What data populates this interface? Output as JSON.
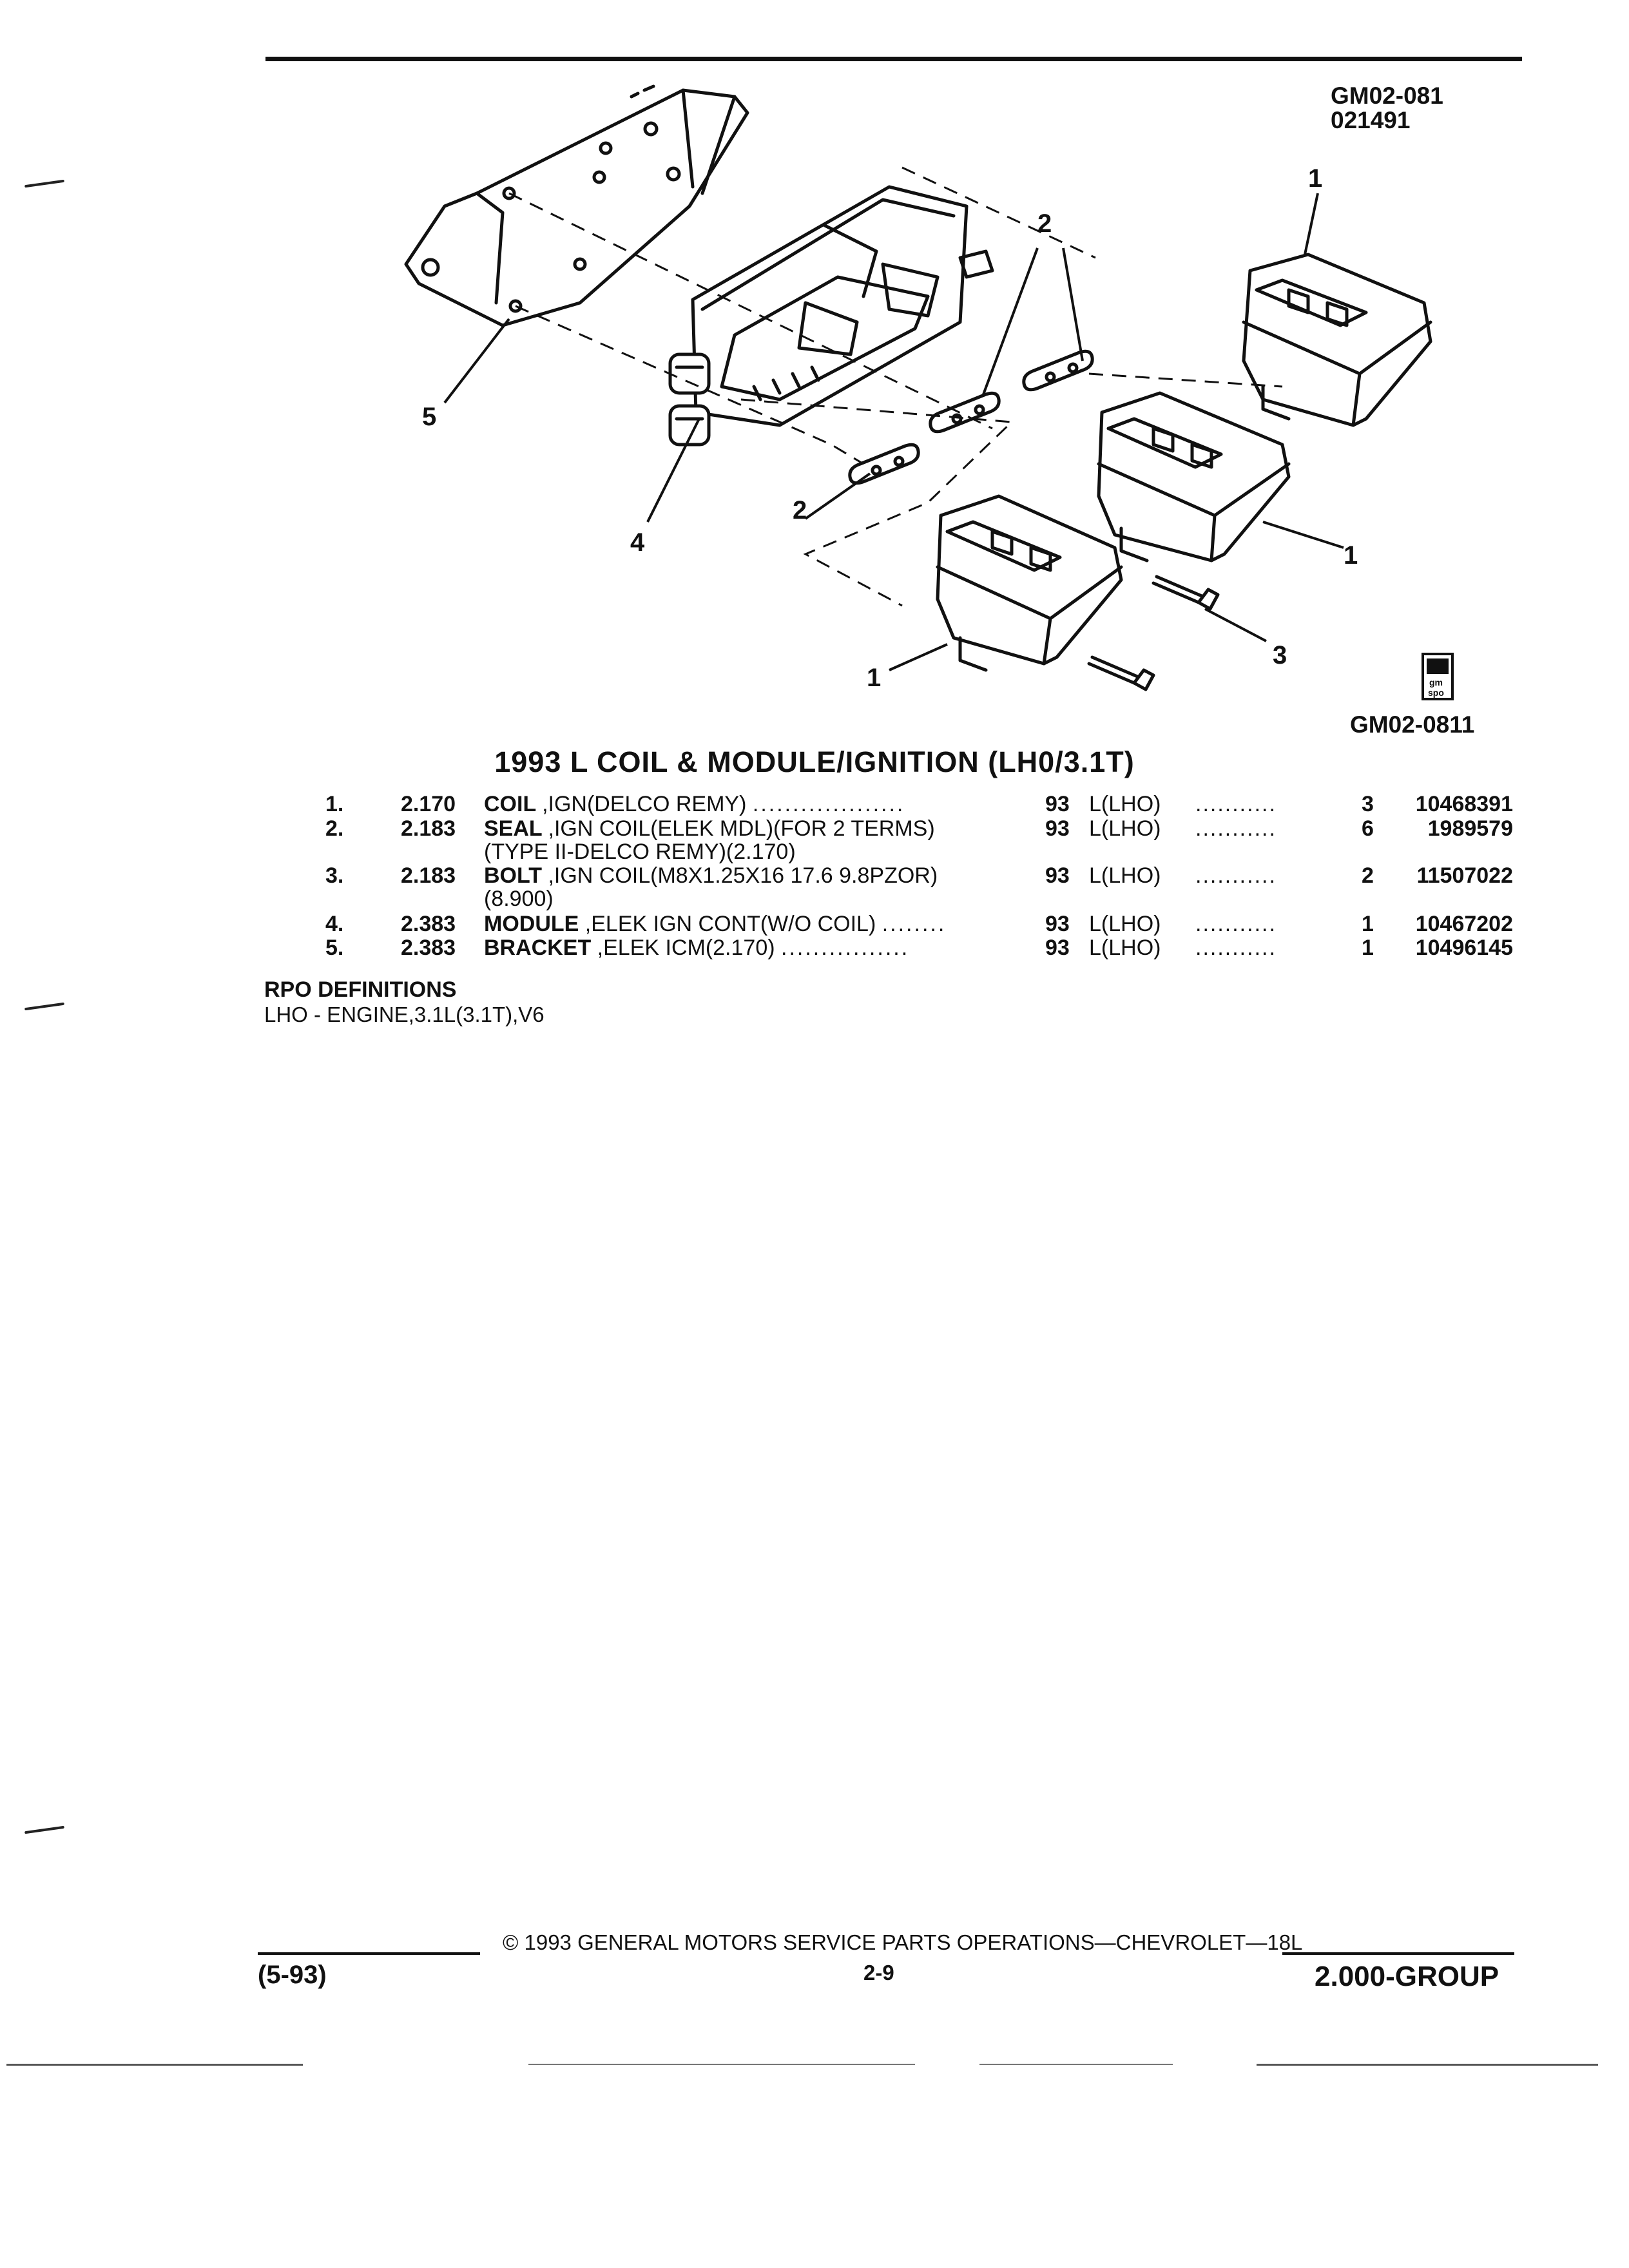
{
  "drawing": {
    "code_top": "GM02-081",
    "date_code": "021491",
    "code_bottom": "GM02-0811",
    "logo_text": "gm spo",
    "callouts": [
      "1",
      "1",
      "1",
      "2",
      "2",
      "3",
      "4",
      "5"
    ]
  },
  "title": "1993 L COIL & MODULE/IGNITION (LH0/3.1T)",
  "parts": [
    {
      "num": "1.",
      "group": "2.170",
      "name": "COIL",
      "desc": ",IGN(DELCO REMY)",
      "desc2": "",
      "dots": "...................",
      "year": "93",
      "series": "L(LHO)",
      "dots2": "...........",
      "qty": "3",
      "part_no": "10468391"
    },
    {
      "num": "2.",
      "group": "2.183",
      "name": "SEAL",
      "desc": ",IGN COIL(ELEK MDL)(FOR 2 TERMS)",
      "desc2": "(TYPE II-DELCO REMY)(2.170)",
      "dots": "",
      "year": "93",
      "series": "L(LHO)",
      "dots2": "...........",
      "qty": "6",
      "part_no": "1989579"
    },
    {
      "num": "3.",
      "group": "2.183",
      "name": "BOLT",
      "desc": ",IGN COIL(M8X1.25X16 17.6 9.8PZOR)",
      "desc2": "(8.900)",
      "dots": "",
      "year": "93",
      "series": "L(LHO)",
      "dots2": "...........",
      "qty": "2",
      "part_no": "11507022"
    },
    {
      "num": "4.",
      "group": "2.383",
      "name": "MODULE",
      "desc": ",ELEK IGN CONT(W/O COIL)",
      "desc2": "",
      "dots": "........",
      "year": "93",
      "series": "L(LHO)",
      "dots2": "...........",
      "qty": "1",
      "part_no": "10467202"
    },
    {
      "num": "5.",
      "group": "2.383",
      "name": "BRACKET",
      "desc": ",ELEK ICM(2.170)",
      "desc2": "",
      "dots": "................",
      "year": "93",
      "series": "L(LHO)",
      "dots2": "...........",
      "qty": "1",
      "part_no": "10496145"
    }
  ],
  "rpo": {
    "heading": "RPO DEFINITIONS",
    "line": "LHO - ENGINE,3.1L(3.1T),V6"
  },
  "footer": {
    "date": "(5-93)",
    "copyright": "©  1993  GENERAL MOTORS SERVICE PARTS OPERATIONS—CHEVROLET—18L",
    "page": "2-9",
    "group": "2.000-GROUP"
  }
}
